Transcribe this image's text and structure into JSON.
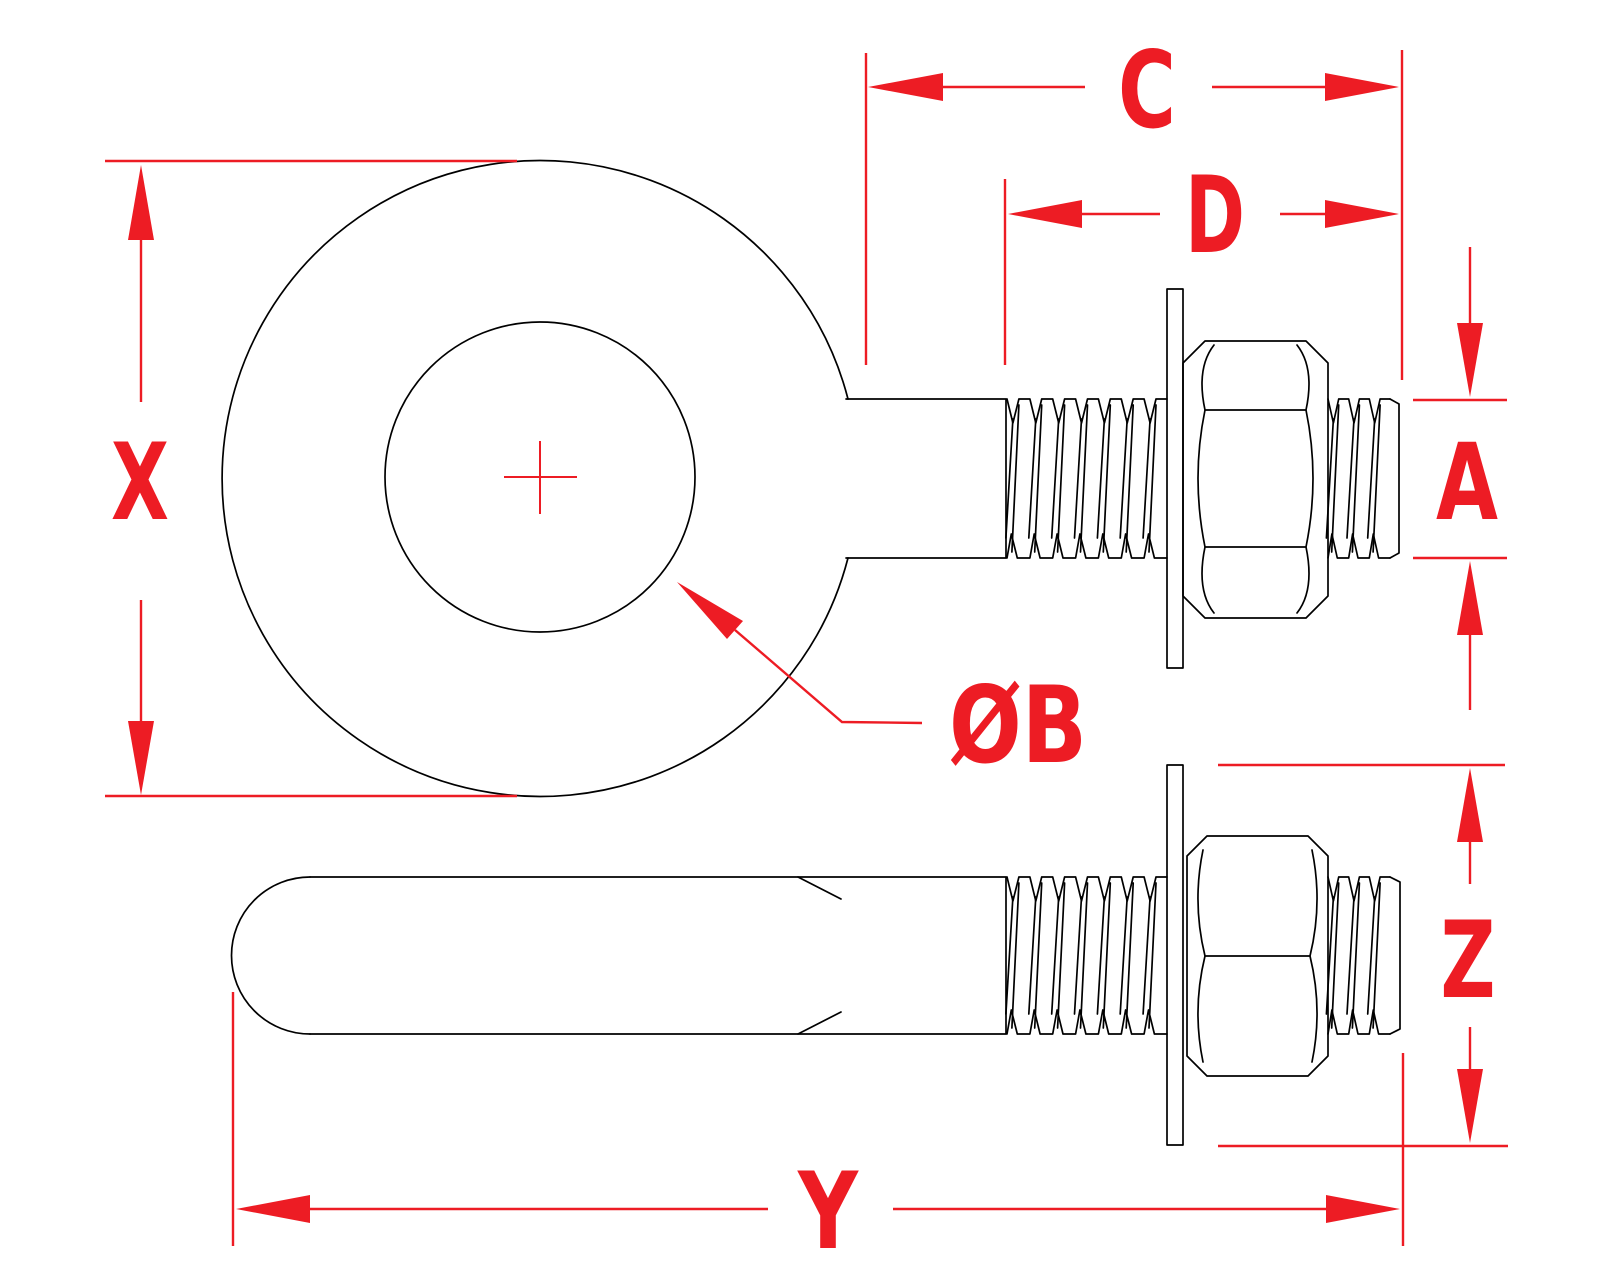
{
  "diagram": {
    "type": "cad-technical-drawing",
    "subject": "eye bolt with shoulder, flat washer and hex nut, two orthographic views",
    "colors": {
      "background": "#ffffff",
      "linework": "#000000",
      "dimension": "#ed1c24"
    },
    "views": [
      "front-view-eye-ring",
      "side-view-shank"
    ],
    "dimensions": {
      "X": {
        "label": "X",
        "orientation": "vertical",
        "measures": "eye outer diameter (front view)"
      },
      "Y": {
        "label": "Y",
        "orientation": "horizontal",
        "measures": "overall length (side view)"
      },
      "Z": {
        "label": "Z",
        "orientation": "vertical",
        "measures": "washer outer diameter (side view)"
      },
      "A": {
        "label": "A",
        "orientation": "vertical",
        "measures": "thread / shank diameter"
      },
      "C": {
        "label": "C",
        "orientation": "horizontal",
        "measures": "shank length from eye to bolt end"
      },
      "D": {
        "label": "D",
        "orientation": "horizontal",
        "measures": "threaded length"
      },
      "B": {
        "label": "ØB",
        "orientation": "leader",
        "measures": "eye inner hole diameter"
      }
    }
  }
}
